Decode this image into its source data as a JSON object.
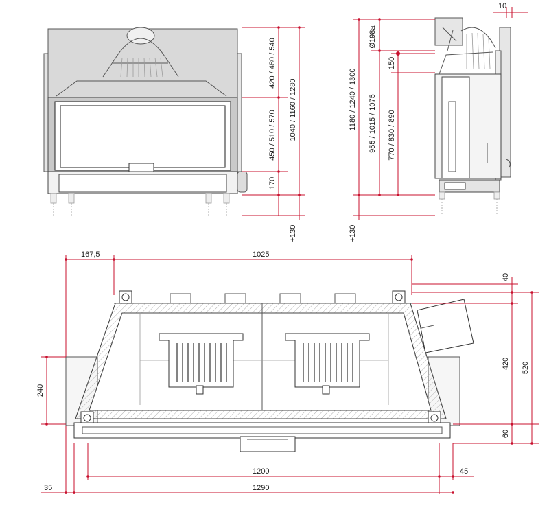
{
  "front_view": {
    "dims": {
      "upper": "420 / 480 / 540",
      "middle": "450 / 510 / 570",
      "base": "170",
      "overall": "1040 / 1160 / 1280",
      "extension": "+130"
    }
  },
  "side_view": {
    "dims": {
      "top_offset": "10",
      "diameter": "Ø198a",
      "collar": "150",
      "height_a": "1180 / 1240 / 1300",
      "height_b": "955 / 1015 / 1075",
      "height_c": "770 / 830 / 890",
      "extension": "+130"
    }
  },
  "plan_view": {
    "dims": {
      "left_offset": "167,5",
      "inner_width": "1025",
      "top_40": "40",
      "depth_420": "420",
      "depth_520": "520",
      "front_60": "60",
      "left_240": "240",
      "width_1200": "1200",
      "right_45": "45",
      "left_35": "35",
      "width_1290": "1290"
    }
  },
  "colors": {
    "dimension": "#c8102e",
    "outline": "#333333",
    "hood": "#d9d9d9"
  }
}
